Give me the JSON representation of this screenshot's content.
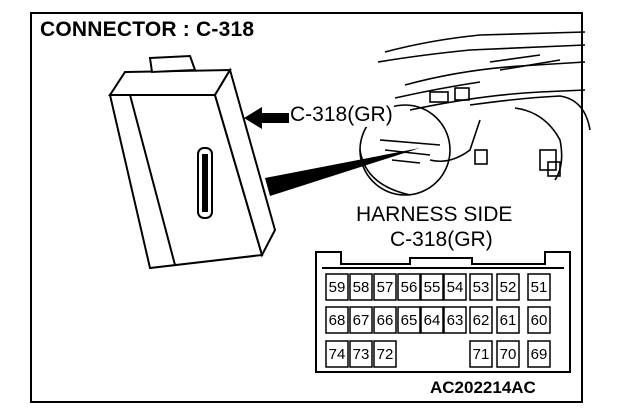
{
  "title": "CONNECTOR : C-318",
  "callout_label": "C-318(GR)",
  "harness_side": {
    "line1": "HARNESS SIDE",
    "line2": "C-318(GR)"
  },
  "pins": {
    "row1": [
      "59",
      "58",
      "57",
      "56",
      "55",
      "54",
      "53",
      "52",
      "51"
    ],
    "row2": [
      "68",
      "67",
      "66",
      "65",
      "64",
      "63",
      "62",
      "61",
      "60"
    ],
    "row3_left": [
      "74",
      "73",
      "72"
    ],
    "row3_right": [
      "71",
      "70",
      "69"
    ]
  },
  "figure_id": "AC202214AC"
}
